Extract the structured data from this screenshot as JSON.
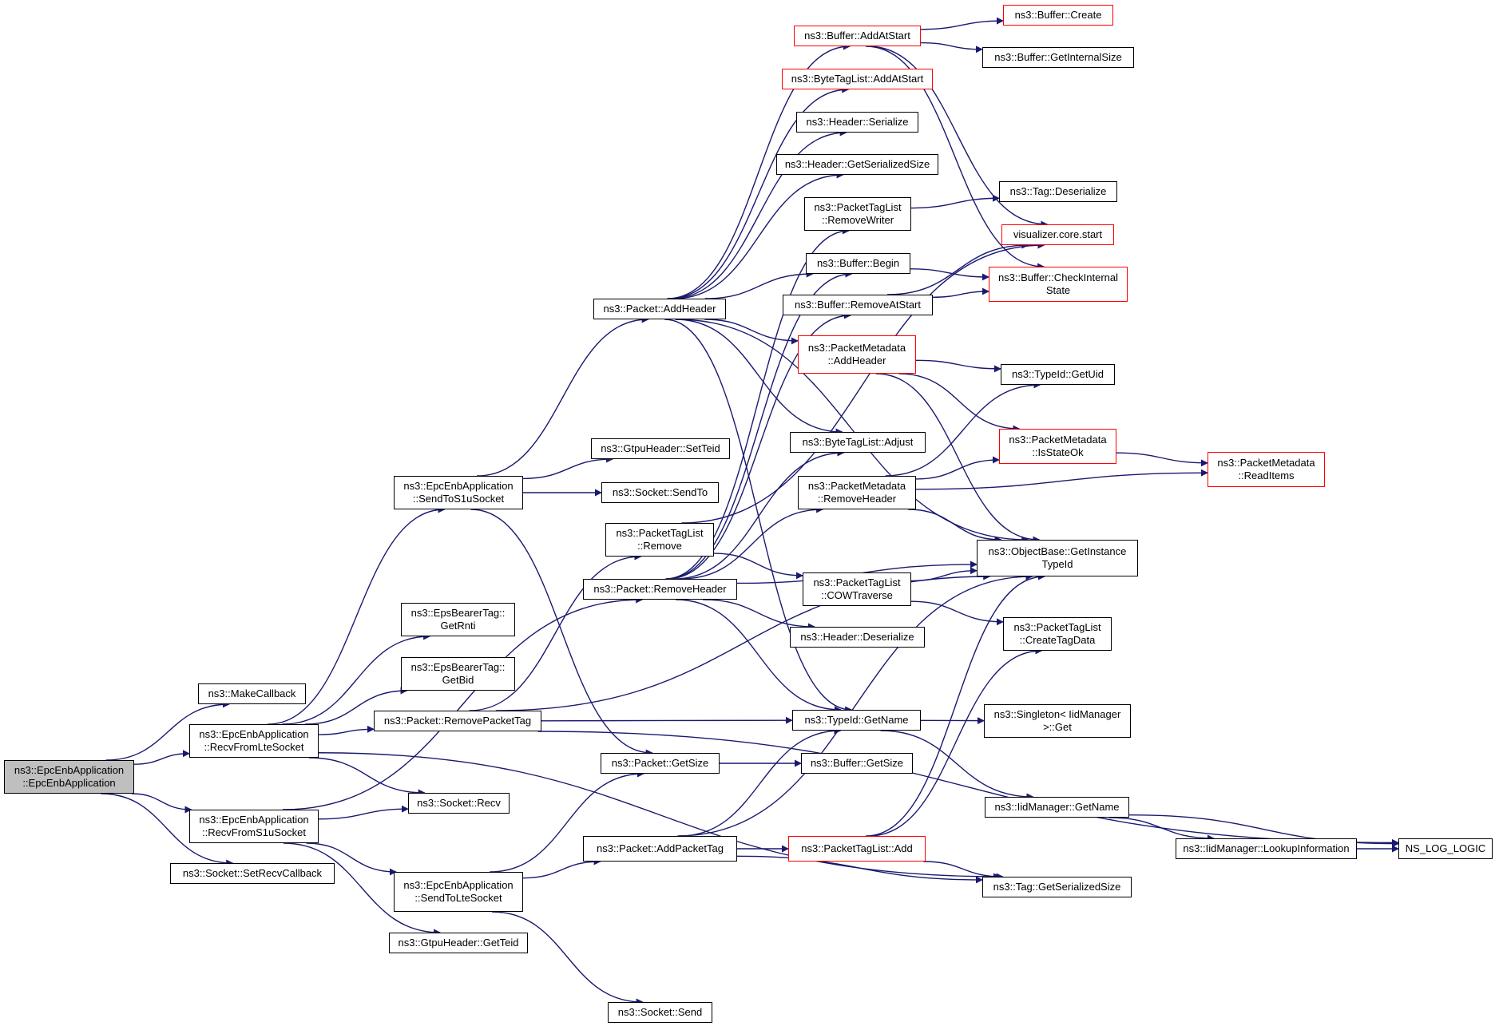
{
  "colors": {
    "edge": "#191970",
    "default_border": "#000000",
    "truncated_border": "#ff0000",
    "root_fill": "#bfbfbf"
  },
  "nodes": {
    "epcenb_ctor": {
      "label": "ns3::EpcEnbApplication\n::EpcEnbApplication",
      "style": "root"
    },
    "makecallback": {
      "label": "ns3::MakeCallback",
      "style": "normal"
    },
    "recvfromlte": {
      "label": "ns3::EpcEnbApplication\n::RecvFromLteSocket",
      "style": "normal"
    },
    "recvfroms1u": {
      "label": "ns3::EpcEnbApplication\n::RecvFromS1uSocket",
      "style": "normal"
    },
    "setrecvcallback": {
      "label": "ns3::Socket::SetRecvCallback",
      "style": "normal"
    },
    "sendtos1u": {
      "label": "ns3::EpcEnbApplication\n::SendToS1uSocket",
      "style": "normal"
    },
    "getrnti": {
      "label": "ns3::EpsBearerTag::\nGetRnti",
      "style": "normal"
    },
    "getbid": {
      "label": "ns3::EpsBearerTag::\nGetBid",
      "style": "normal"
    },
    "removepackettag": {
      "label": "ns3::Packet::RemovePacketTag",
      "style": "normal"
    },
    "socketrecv": {
      "label": "ns3::Socket::Recv",
      "style": "normal"
    },
    "sendtolte": {
      "label": "ns3::EpcEnbApplication\n::SendToLteSocket",
      "style": "normal"
    },
    "gtpugetteid": {
      "label": "ns3::GtpuHeader::GetTeid",
      "style": "normal"
    },
    "packetaddheader": {
      "label": "ns3::Packet::AddHeader",
      "style": "normal"
    },
    "gtpusetteid": {
      "label": "ns3::GtpuHeader::SetTeid",
      "style": "normal"
    },
    "socketsendto": {
      "label": "ns3::Socket::SendTo",
      "style": "normal"
    },
    "ptlremove": {
      "label": "ns3::PacketTagList\n::Remove",
      "style": "normal"
    },
    "packetremoveheader": {
      "label": "ns3::Packet::RemoveHeader",
      "style": "normal"
    },
    "packetgetsize": {
      "label": "ns3::Packet::GetSize",
      "style": "normal"
    },
    "addpackettag": {
      "label": "ns3::Packet::AddPacketTag",
      "style": "normal"
    },
    "socketsend": {
      "label": "ns3::Socket::Send",
      "style": "normal"
    },
    "bufaddatstart": {
      "label": "ns3::Buffer::AddAtStart",
      "style": "truncated"
    },
    "btladdatstart": {
      "label": "ns3::ByteTagList::AddAtStart",
      "style": "truncated"
    },
    "headerserialize": {
      "label": "ns3::Header::Serialize",
      "style": "normal"
    },
    "headergetsersize": {
      "label": "ns3::Header::GetSerializedSize",
      "style": "normal"
    },
    "ptlremovewriter": {
      "label": "ns3::PacketTagList\n::RemoveWriter",
      "style": "normal"
    },
    "bufbegin": {
      "label": "ns3::Buffer::Begin",
      "style": "normal"
    },
    "bufremoveatstart": {
      "label": "ns3::Buffer::RemoveAtStart",
      "style": "normal"
    },
    "pmaddheader": {
      "label": "ns3::PacketMetadata\n::AddHeader",
      "style": "truncated"
    },
    "btladjust": {
      "label": "ns3::ByteTagList::Adjust",
      "style": "normal"
    },
    "pmremoveheader": {
      "label": "ns3::PacketMetadata\n::RemoveHeader",
      "style": "normal"
    },
    "ptlcowtraverse": {
      "label": "ns3::PacketTagList\n::COWTraverse",
      "style": "normal"
    },
    "headerdeserialize": {
      "label": "ns3::Header::Deserialize",
      "style": "normal"
    },
    "typeidgetname": {
      "label": "ns3::TypeId::GetName",
      "style": "normal"
    },
    "bufgetsize": {
      "label": "ns3::Buffer::GetSize",
      "style": "normal"
    },
    "ptladd": {
      "label": "ns3::PacketTagList::Add",
      "style": "truncated"
    },
    "bufcreate": {
      "label": "ns3::Buffer::Create",
      "style": "truncated"
    },
    "bufgetinternalsize": {
      "label": "ns3::Buffer::GetInternalSize",
      "style": "normal"
    },
    "tagdeserialize": {
      "label": "ns3::Tag::Deserialize",
      "style": "normal"
    },
    "vizstart": {
      "label": "visualizer.core.start",
      "style": "truncated"
    },
    "bufcheckinternal": {
      "label": "ns3::Buffer::CheckInternal\nState",
      "style": "truncated"
    },
    "typeidgetuid": {
      "label": "ns3::TypeId::GetUid",
      "style": "normal"
    },
    "pmisstateok": {
      "label": "ns3::PacketMetadata\n::IsStateOk",
      "style": "truncated"
    },
    "objbasegetinstance": {
      "label": "ns3::ObjectBase::GetInstance\nTypeId",
      "style": "normal"
    },
    "ptlcreatetagdata": {
      "label": "ns3::PacketTagList\n::CreateTagData",
      "style": "normal"
    },
    "singletonget": {
      "label": "ns3::Singleton< IidManager\n>::Get",
      "style": "normal"
    },
    "iidgetname": {
      "label": "ns3::IidManager::GetName",
      "style": "normal"
    },
    "taggetsersize": {
      "label": "ns3::Tag::GetSerializedSize",
      "style": "normal"
    },
    "pmreaditems": {
      "label": "ns3::PacketMetadata\n::ReadItems",
      "style": "truncated"
    },
    "iidlookup": {
      "label": "ns3::IidManager::LookupInformation",
      "style": "normal"
    },
    "nslog": {
      "label": "NS_LOG_LOGIC",
      "style": "normal"
    }
  }
}
